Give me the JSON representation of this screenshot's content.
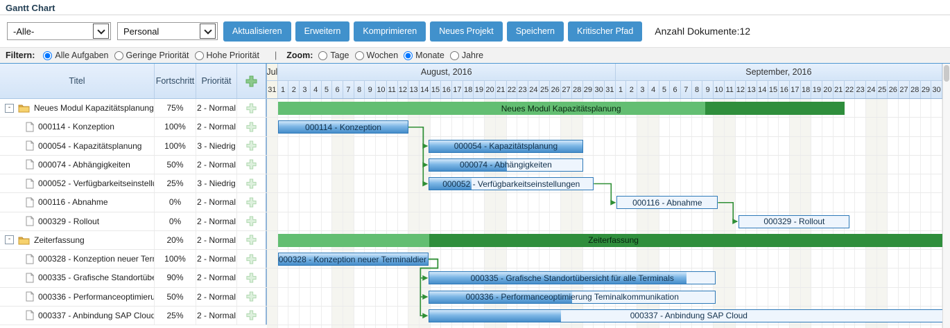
{
  "window": {
    "title": "Gantt Chart"
  },
  "toolbar": {
    "selects": [
      {
        "name": "filter-alle",
        "value": "-Alle-"
      },
      {
        "name": "filter-personal",
        "value": "Personal"
      }
    ],
    "buttons": [
      "Aktualisieren",
      "Erweitern",
      "Komprimieren",
      "Neues Projekt",
      "Speichern",
      "Kritischer Pfad"
    ],
    "document_count_label": "Anzahl Dokumente:",
    "document_count": "12"
  },
  "filter_bar": {
    "filter_label": "Filtern:",
    "filter_options": [
      {
        "label": "Alle Aufgaben",
        "selected": true
      },
      {
        "label": "Geringe Priorität",
        "selected": false
      },
      {
        "label": "Hohe Priorität",
        "selected": false
      }
    ],
    "separator": "|",
    "zoom_label": "Zoom:",
    "zoom_options": [
      {
        "label": "Tage",
        "selected": false
      },
      {
        "label": "Wochen",
        "selected": false
      },
      {
        "label": "Monate",
        "selected": true
      },
      {
        "label": "Jahre",
        "selected": false
      }
    ]
  },
  "grid": {
    "columns": {
      "title": "Titel",
      "progress": "Fortschritt",
      "priority": "Priorität"
    },
    "expand_glyph": "-",
    "rows": [
      {
        "type": "project",
        "expanded": true,
        "title": "Neues Modul Kapazitätsplanung",
        "progress": "75%",
        "priority": "2 - Normal"
      },
      {
        "type": "task",
        "title": "000114 - Konzeption",
        "progress": "100%",
        "priority": "2 - Normal"
      },
      {
        "type": "task",
        "title": "000054 - Kapazitätsplanung",
        "progress": "100%",
        "priority": "3 - Niedrig"
      },
      {
        "type": "task",
        "title": "000074 - Abhängigkeiten",
        "progress": "50%",
        "priority": "2 - Normal"
      },
      {
        "type": "task",
        "title": "000052 - Verfügbarkeitseinstellungen",
        "progress": "25%",
        "priority": "3 - Niedrig"
      },
      {
        "type": "task",
        "title": "000116 - Abnahme",
        "progress": "0%",
        "priority": "2 - Normal"
      },
      {
        "type": "task",
        "title": "000329 - Rollout",
        "progress": "0%",
        "priority": "2 - Normal"
      },
      {
        "type": "project",
        "expanded": true,
        "title": "Zeiterfassung",
        "progress": "20%",
        "priority": "2 - Normal"
      },
      {
        "type": "task",
        "title": "000328 - Konzeption neuer Terminaldier",
        "progress": "100%",
        "priority": "2 - Normal"
      },
      {
        "type": "task",
        "title": "000335 - Grafische Standortübersicht für alle Terminals",
        "progress": "90%",
        "priority": "2 - Normal"
      },
      {
        "type": "task",
        "title": "000336 - Performanceoptimierung Teminalkommunikation",
        "progress": "50%",
        "priority": "2 - Normal"
      },
      {
        "type": "task",
        "title": "000337 - Anbindung SAP Cloud",
        "progress": "25%",
        "priority": "2 - Normal"
      }
    ]
  },
  "timeline": {
    "months": [
      {
        "label": "Jul",
        "first_day": 31,
        "num_days": 1,
        "partial": true
      },
      {
        "label": "August, 2016",
        "first_day": 1,
        "num_days": 31,
        "partial": false
      },
      {
        "label": "September, 2016",
        "first_day": 1,
        "num_days": 30,
        "partial": false
      }
    ]
  },
  "gantt": {
    "bars": [
      {
        "row": 0,
        "kind": "project",
        "label": "Neues Modul Kapazitätsplanung",
        "start": 1,
        "end": 53,
        "fill": 0.755
      },
      {
        "row": 1,
        "kind": "task",
        "label": "000114 - Konzeption",
        "start": 1,
        "end": 13,
        "fill": 1
      },
      {
        "row": 2,
        "kind": "task",
        "label": "000054 - Kapazitätsplanung",
        "start": 14.85,
        "end": 29,
        "fill": 1
      },
      {
        "row": 3,
        "kind": "task",
        "label": "000074 - Abhängigkeiten",
        "start": 14.85,
        "end": 29,
        "fill": 0.505
      },
      {
        "row": 4,
        "kind": "task",
        "label": "000052 - Verfügbarkeitseinstellungen",
        "start": 14.85,
        "end": 30,
        "fill": 0.256
      },
      {
        "row": 5,
        "kind": "task",
        "label": "000116 - Abnahme",
        "start": 32.1,
        "end": 41.4,
        "fill": 0
      },
      {
        "row": 6,
        "kind": "task",
        "label": "000329 - Rollout",
        "start": 43.3,
        "end": 53.5,
        "fill": 0
      },
      {
        "row": 7,
        "kind": "project",
        "label": "Zeiterfassung",
        "start": 1,
        "end": 62.6,
        "fill": 0.226
      },
      {
        "row": 8,
        "kind": "task",
        "label": "000328 - Konzeption neuer Terminaldier",
        "start": 1,
        "end": 14.85,
        "fill": 1,
        "align": "left"
      },
      {
        "row": 9,
        "kind": "task",
        "label": "000335 - Grafische Standortübersicht für alle Terminals",
        "start": 14.85,
        "end": 41.2,
        "fill": 0.9
      },
      {
        "row": 10,
        "kind": "task",
        "label": "000336 - Performanceoptimierung Teminalkommunikation",
        "start": 14.85,
        "end": 41.2,
        "fill": 0.5
      },
      {
        "row": 11,
        "kind": "task",
        "label": "000337 - Anbindung SAP Cloud",
        "start": 14.85,
        "end": 62.6,
        "fill": 0.254
      }
    ],
    "dependencies": [
      {
        "from": 1,
        "to": 2
      },
      {
        "from": 1,
        "to": 3
      },
      {
        "from": 1,
        "to": 4
      },
      {
        "from": 4,
        "to": 5
      },
      {
        "from": 5,
        "to": 6
      },
      {
        "from": 8,
        "to": 9
      },
      {
        "from": 8,
        "to": 10
      },
      {
        "from": 8,
        "to": 11
      }
    ]
  },
  "colors": {
    "accent_blue": "#4191cc",
    "header_blue": "#dcebfb",
    "bar_border": "#2e79b8",
    "bar_fill_mid": "#7db7e6",
    "project_light": "#63be72",
    "project_dark": "#2f8e3c",
    "connector_green": "#2f8f35",
    "weekend_bg": "#f5f5f0"
  }
}
